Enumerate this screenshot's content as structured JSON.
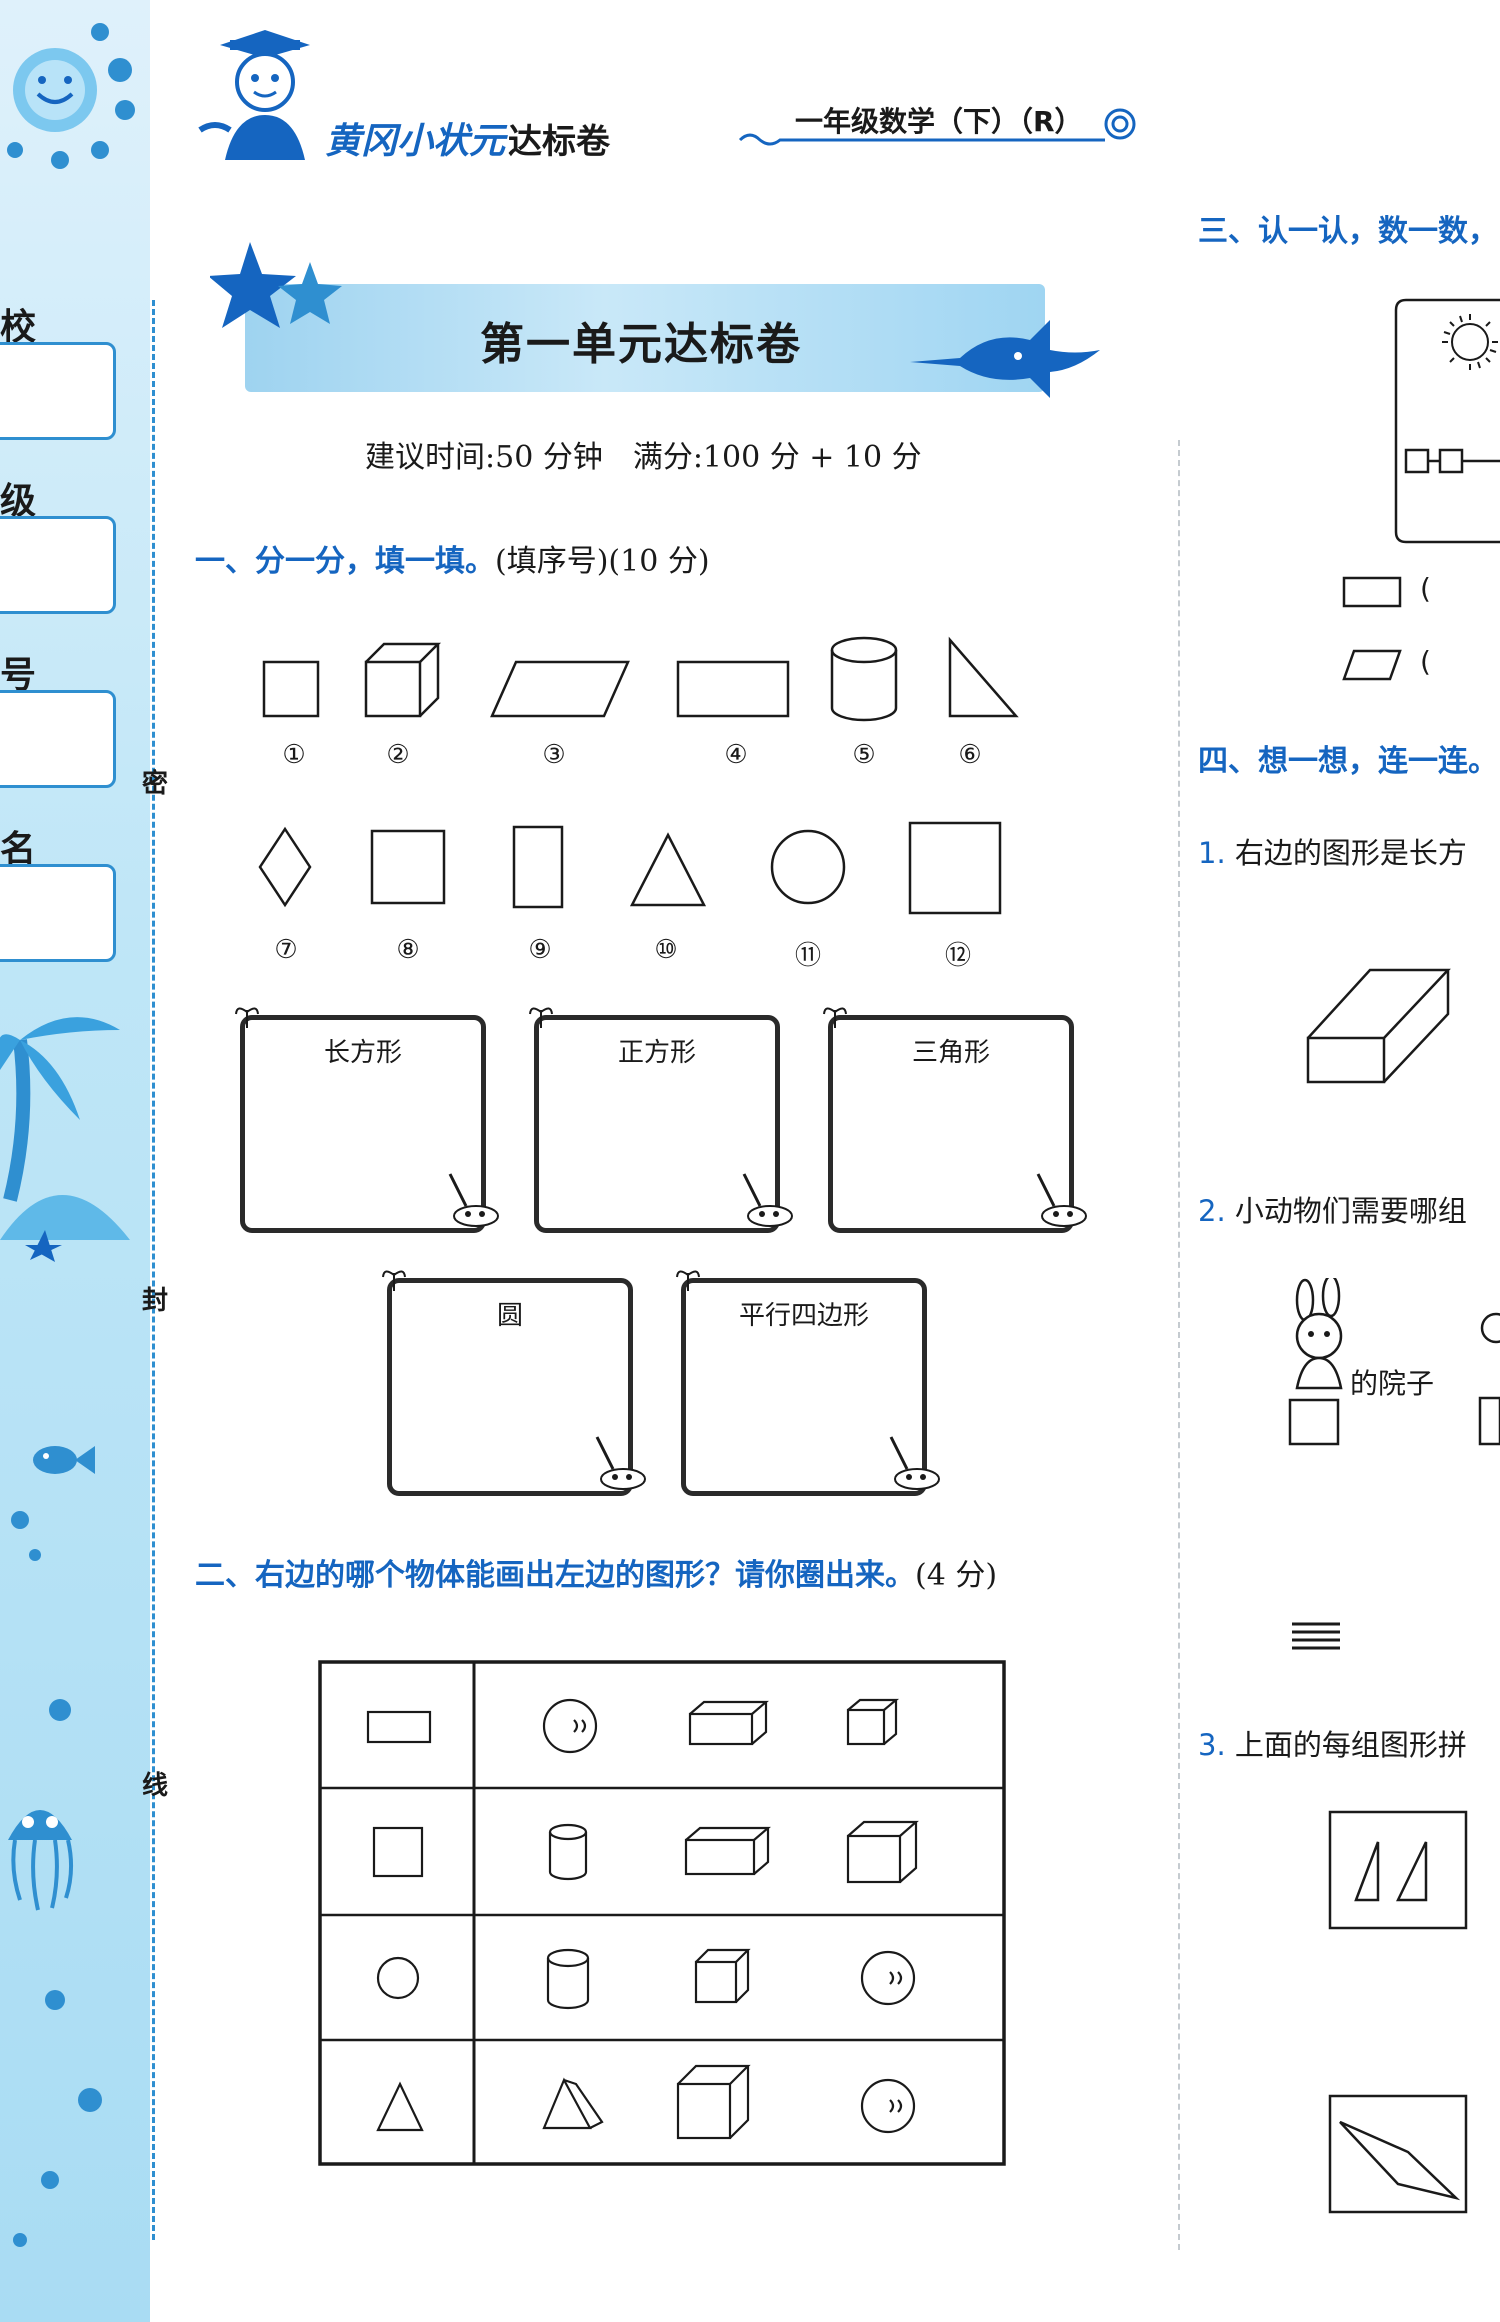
{
  "header": {
    "brand": "黄冈小状元",
    "brand_suffix": "达标卷",
    "grade": "一年级数学（下）（R）"
  },
  "binding": {
    "fields": [
      "校",
      "级",
      "号",
      "名"
    ],
    "seal_chars": [
      "密",
      "封",
      "线"
    ]
  },
  "title": "第一单元达标卷",
  "time_info": "建议时间:50 分钟　满分:100 分 + 10 分",
  "section1": {
    "heading": "一、分一分，填一填。",
    "note": "(填序号)(10 分)",
    "row1_labels": [
      "①",
      "②",
      "③",
      "④",
      "⑤",
      "⑥"
    ],
    "row2_labels": [
      "⑦",
      "⑧",
      "⑨",
      "⑩",
      "⑪",
      "⑫"
    ],
    "boxes": [
      "长方形",
      "正方形",
      "三角形",
      "圆",
      "平行四边形"
    ]
  },
  "section2": {
    "heading": "二、右边的哪个物体能画出左边的图形？请你圈出来。",
    "note": "(4 分)"
  },
  "right_column": {
    "section3_heading": "三、认一认，数一数，",
    "section3_parens": [
      "(",
      "("
    ],
    "section4_heading": "四、想一想，连一连。",
    "q1": {
      "num": "1.",
      "text": "右边的图形是长方"
    },
    "q2": {
      "num": "2.",
      "text": "小动物们需要哪组"
    },
    "q2_label": "的院子",
    "q3": {
      "num": "3.",
      "text": "上面的每组图形拼"
    }
  }
}
